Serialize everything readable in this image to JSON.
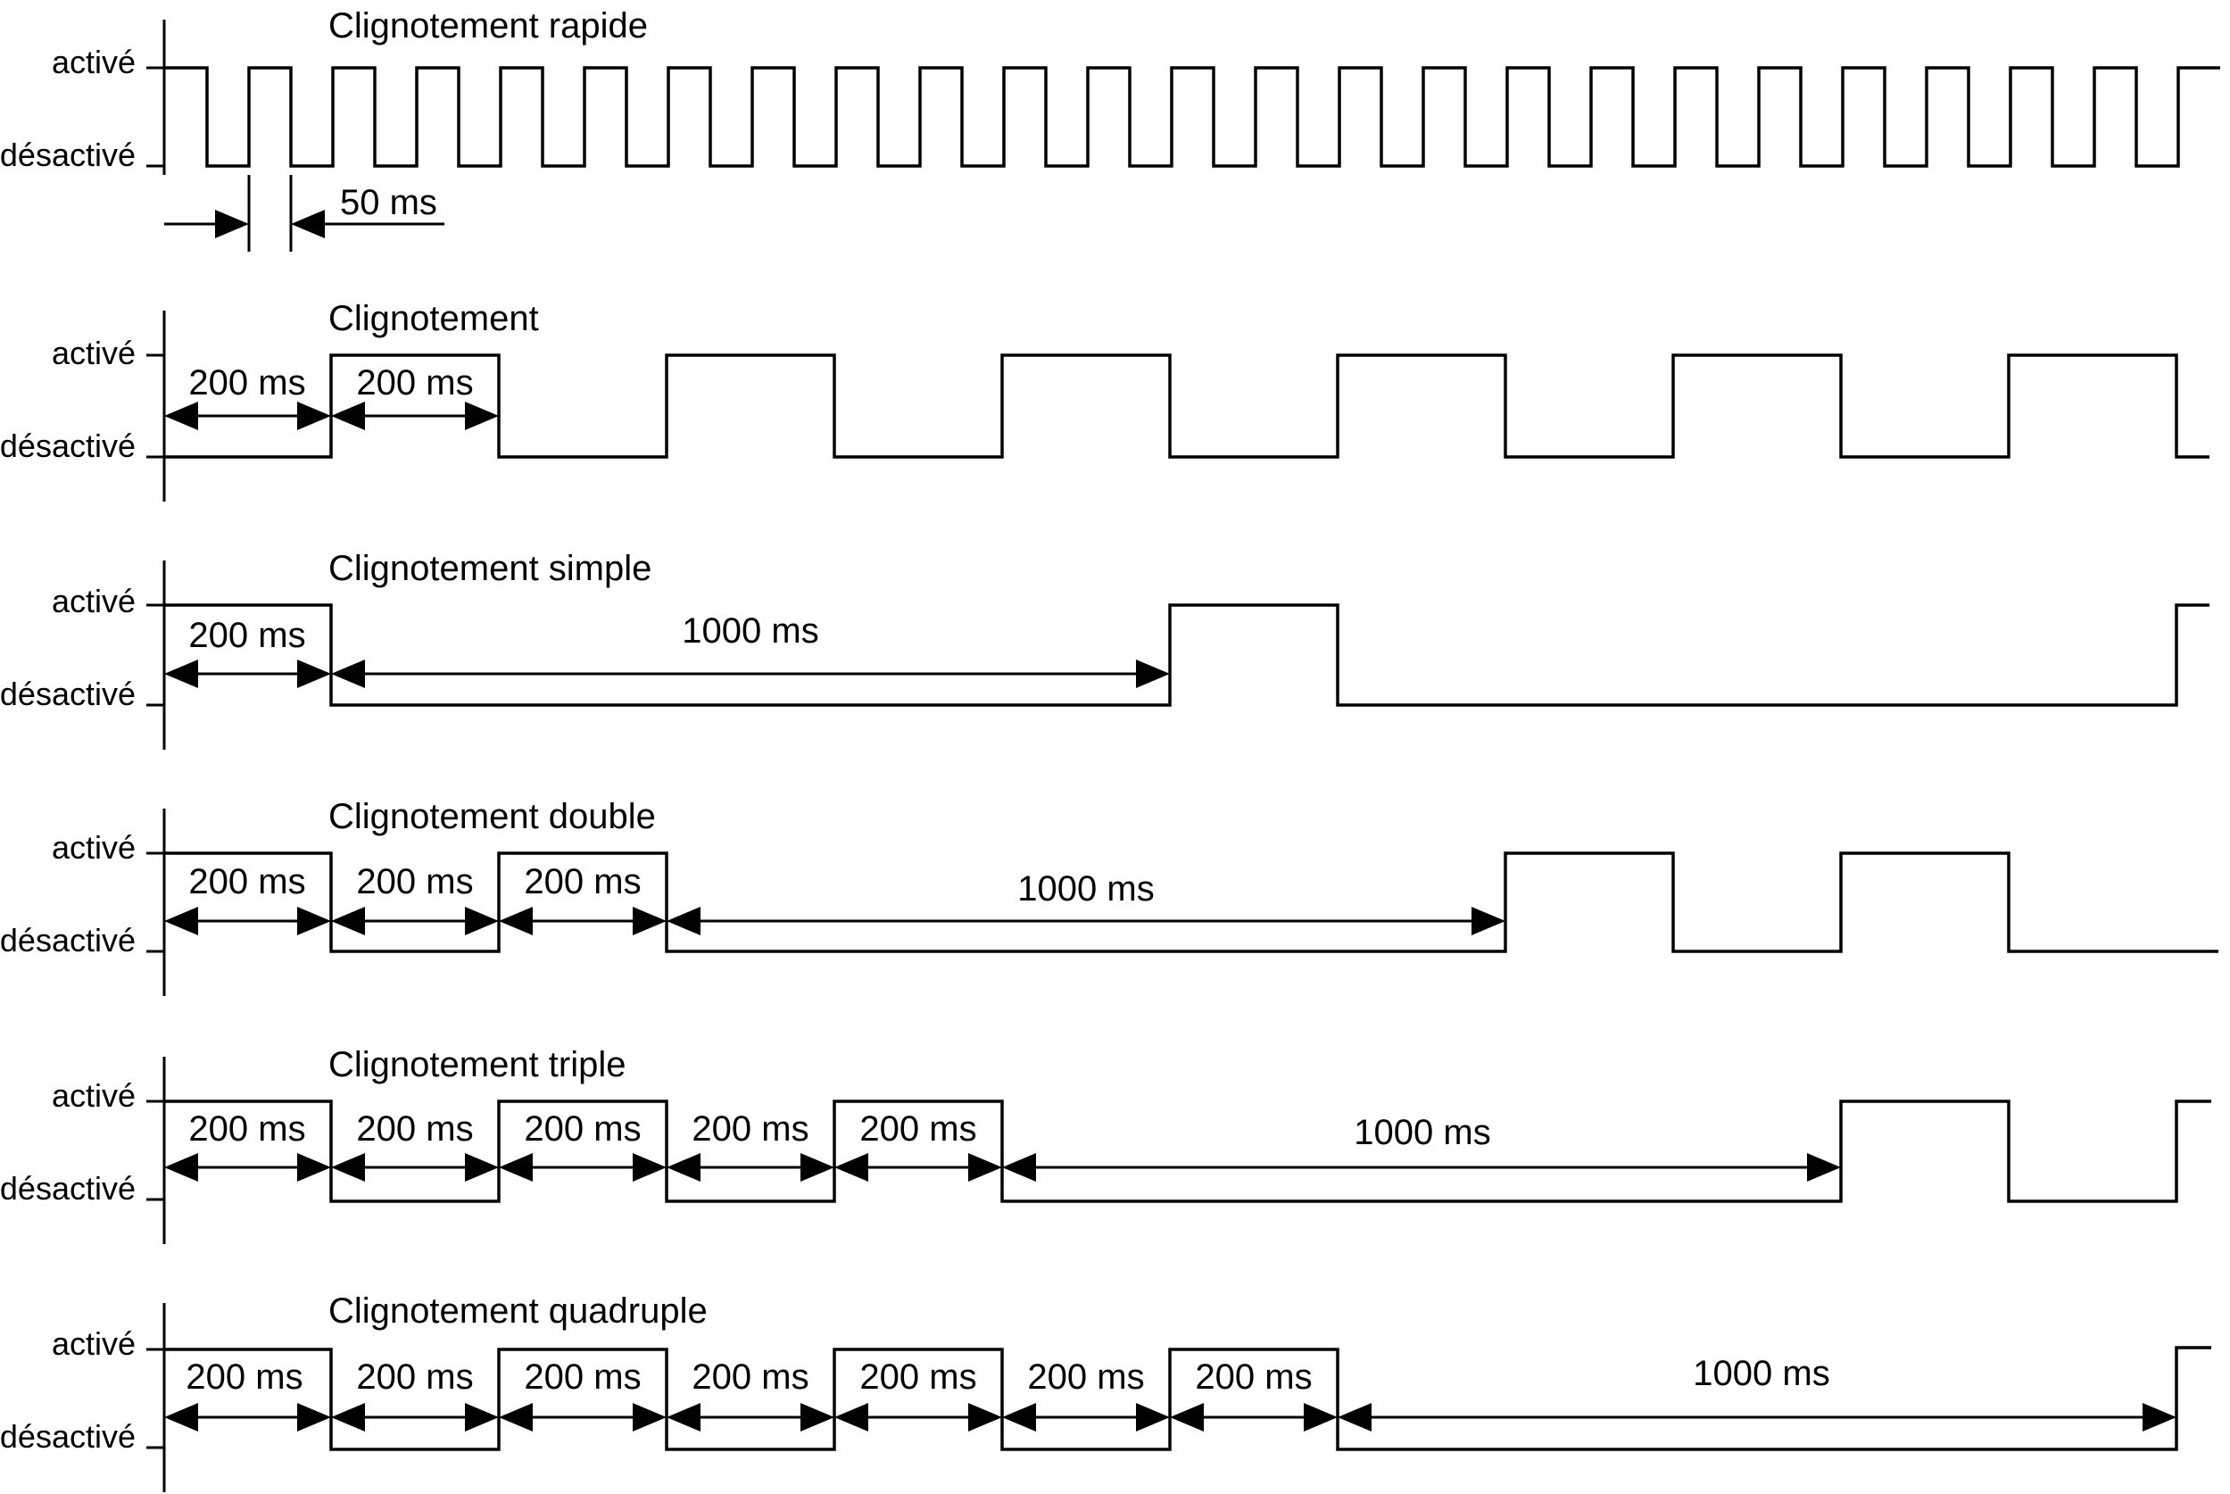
{
  "axis_labels": {
    "on": "activé",
    "off": "désactivé"
  },
  "panels": [
    {
      "title": "Clignotement rapide",
      "durations": [
        {
          "label": "50 ms"
        }
      ]
    },
    {
      "title": "Clignotement",
      "durations": [
        {
          "label": "200 ms"
        },
        {
          "label": "200 ms"
        }
      ]
    },
    {
      "title": "Clignotement simple",
      "durations": [
        {
          "label": "200 ms"
        },
        {
          "label": "1000 ms"
        }
      ]
    },
    {
      "title": "Clignotement double",
      "durations": [
        {
          "label": "200 ms"
        },
        {
          "label": "200 ms"
        },
        {
          "label": "200 ms"
        },
        {
          "label": "1000 ms"
        }
      ]
    },
    {
      "title": "Clignotement triple",
      "durations": [
        {
          "label": "200 ms"
        },
        {
          "label": "200 ms"
        },
        {
          "label": "200 ms"
        },
        {
          "label": "200 ms"
        },
        {
          "label": "200 ms"
        },
        {
          "label": "1000 ms"
        }
      ]
    },
    {
      "title": "Clignotement quadruple",
      "durations": [
        {
          "label": "200 ms"
        },
        {
          "label": "200 ms"
        },
        {
          "label": "200 ms"
        },
        {
          "label": "200 ms"
        },
        {
          "label": "200 ms"
        },
        {
          "label": "200 ms"
        },
        {
          "label": "200 ms"
        },
        {
          "label": "1000 ms"
        }
      ]
    }
  ]
}
